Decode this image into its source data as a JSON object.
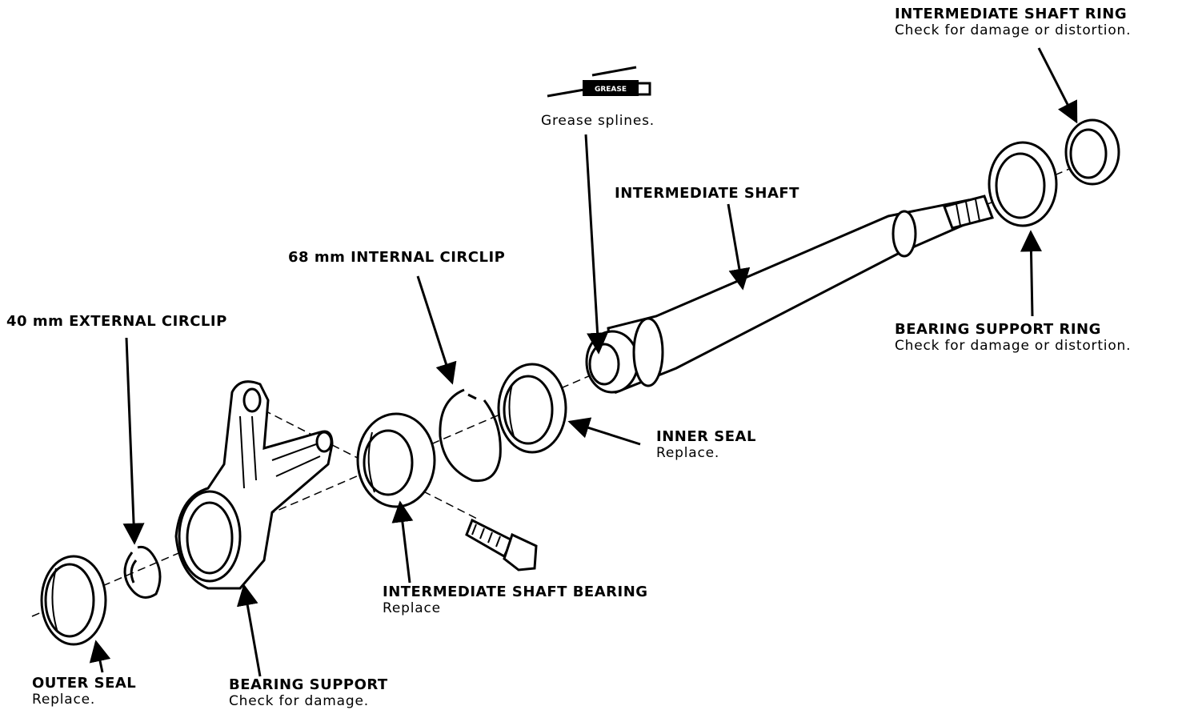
{
  "labels": {
    "ring": {
      "title": "INTERMEDIATE SHAFT RING",
      "note": "Check for damage or distortion."
    },
    "grease": {
      "tube": "GREASE",
      "note": "Grease splines."
    },
    "shaft": {
      "title": "INTERMEDIATE SHAFT"
    },
    "internal_circlip": {
      "title": "68 mm INTERNAL CIRCLIP"
    },
    "external_circlip": {
      "title": "40 mm EXTERNAL CIRCLIP"
    },
    "bearing_support_ring": {
      "title": "BEARING SUPPORT RING",
      "note": "Check for damage or distortion."
    },
    "inner_seal": {
      "title": "INNER SEAL",
      "note": "Replace."
    },
    "shaft_bearing": {
      "title": "INTERMEDIATE SHAFT BEARING",
      "note": "Replace"
    },
    "outer_seal": {
      "title": "OUTER SEAL",
      "note": "Replace."
    },
    "bearing_support": {
      "title": "BEARING SUPPORT",
      "note": "Check for damage."
    }
  }
}
